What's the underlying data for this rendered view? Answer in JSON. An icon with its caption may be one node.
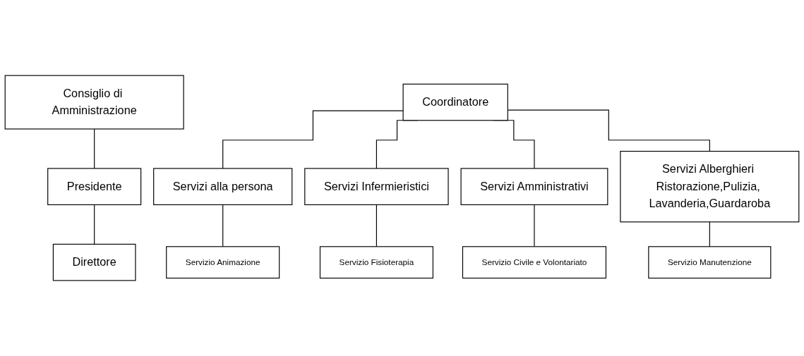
{
  "diagram": {
    "nodes": [
      {
        "text": [
          "Consiglio di Amministrazione"
        ]
      },
      {
        "text": [
          "Presidente"
        ]
      },
      {
        "text": [
          "Direttore"
        ]
      },
      {
        "text": [
          "Coordinatore"
        ]
      },
      {
        "text": [
          "Servizi alla persona"
        ]
      },
      {
        "text": [
          "Servizi Infermieristici"
        ]
      },
      {
        "text": [
          "Servizi Amministrativi"
        ]
      },
      {
        "text": [
          "Servizi Alberghieri Ristorazione,Pulizia, Lavanderia,Guardaroba"
        ]
      },
      {
        "text": [
          "Servizio Animazione"
        ]
      },
      {
        "text": [
          "Servizio Fisioterapia"
        ]
      },
      {
        "text": [
          "Servizio Civile e Volontariato"
        ]
      },
      {
        "text": [
          "Servizio Manutenzione"
        ]
      }
    ],
    "edges": [
      {
        "from": 0,
        "to": 1,
        "arrow": "none"
      },
      {
        "from": 1,
        "to": 2,
        "arrow": "none"
      },
      {
        "from": 3,
        "to": 4,
        "arrow": "none"
      },
      {
        "from": 3,
        "to": 5,
        "arrow": "none"
      },
      {
        "from": 3,
        "to": 6,
        "arrow": "none"
      },
      {
        "from": 3,
        "to": 7,
        "arrow": "none"
      },
      {
        "from": 4,
        "to": 8,
        "arrow": "none"
      },
      {
        "from": 5,
        "to": 9,
        "arrow": "none"
      },
      {
        "from": 6,
        "to": 10,
        "arrow": "none"
      },
      {
        "from": 7,
        "to": 11,
        "arrow": "none"
      }
    ]
  }
}
